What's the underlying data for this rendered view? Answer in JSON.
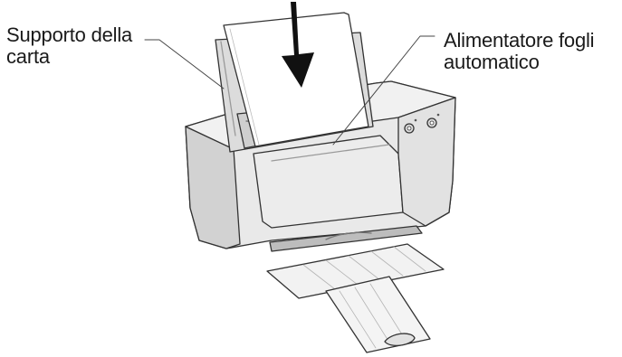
{
  "callouts": {
    "paper_support": {
      "line1": "Supporto della",
      "line2": "carta"
    },
    "auto_sheet_feeder": {
      "line1": "Alimentatore fogli",
      "line2": "automatico"
    }
  },
  "colors": {
    "printer_body": "#e9e9e9",
    "printer_shadow": "#c7c7c7",
    "outline": "#333333",
    "paper": "#ffffff",
    "arrow": "#111111"
  },
  "icons": [
    "down-arrow-icon",
    "power-button-icon",
    "resume-button-icon"
  ]
}
